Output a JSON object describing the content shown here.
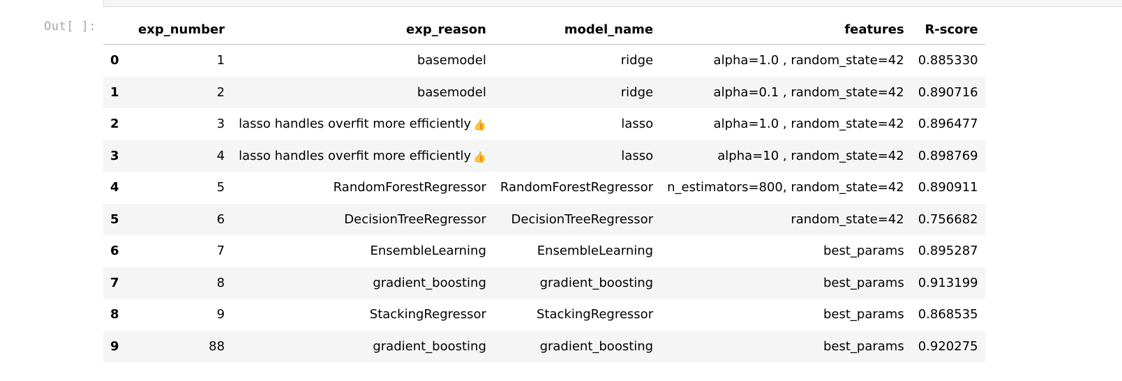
{
  "output": {
    "prompt": "Out[ ]:"
  },
  "table": {
    "headers": [
      "",
      "exp_number",
      "exp_reason",
      "model_name",
      "features",
      "R-score"
    ],
    "rows": [
      {
        "index": "0",
        "exp_number": "1",
        "exp_reason": "basemodel",
        "reason_icon": "",
        "model_name": "ridge",
        "features": "alpha=1.0 , random_state=42",
        "r_score": "0.885330"
      },
      {
        "index": "1",
        "exp_number": "2",
        "exp_reason": "basemodel",
        "reason_icon": "",
        "model_name": "ridge",
        "features": "alpha=0.1 , random_state=42",
        "r_score": "0.890716"
      },
      {
        "index": "2",
        "exp_number": "3",
        "exp_reason": "lasso handles overfit more efficiently",
        "reason_icon": "👍",
        "model_name": "lasso",
        "features": "alpha=1.0 , random_state=42",
        "r_score": "0.896477"
      },
      {
        "index": "3",
        "exp_number": "4",
        "exp_reason": "lasso handles overfit more efficiently",
        "reason_icon": "👍",
        "model_name": "lasso",
        "features": "alpha=10 , random_state=42",
        "r_score": "0.898769"
      },
      {
        "index": "4",
        "exp_number": "5",
        "exp_reason": "RandomForestRegressor",
        "reason_icon": "",
        "model_name": "RandomForestRegressor",
        "features": "n_estimators=800, random_state=42",
        "r_score": "0.890911"
      },
      {
        "index": "5",
        "exp_number": "6",
        "exp_reason": "DecisionTreeRegressor",
        "reason_icon": "",
        "model_name": "DecisionTreeRegressor",
        "features": "random_state=42",
        "r_score": "0.756682"
      },
      {
        "index": "6",
        "exp_number": "7",
        "exp_reason": "EnsembleLearning",
        "reason_icon": "",
        "model_name": "EnsembleLearning",
        "features": "best_params",
        "r_score": "0.895287"
      },
      {
        "index": "7",
        "exp_number": "8",
        "exp_reason": "gradient_boosting",
        "reason_icon": "",
        "model_name": "gradient_boosting",
        "features": "best_params",
        "r_score": "0.913199"
      },
      {
        "index": "8",
        "exp_number": "9",
        "exp_reason": "StackingRegressor",
        "reason_icon": "",
        "model_name": "StackingRegressor",
        "features": "best_params",
        "r_score": "0.868535"
      },
      {
        "index": "9",
        "exp_number": "88",
        "exp_reason": "gradient_boosting",
        "reason_icon": "",
        "model_name": "gradient_boosting",
        "features": "best_params",
        "r_score": "0.920275"
      }
    ]
  },
  "colors": {
    "stripe": "#f5f5f5",
    "prompt": "#a6a6a6",
    "header_rule": "#bfbfbf"
  },
  "icons": {
    "reason_icon": "thumbs-up-icon"
  }
}
